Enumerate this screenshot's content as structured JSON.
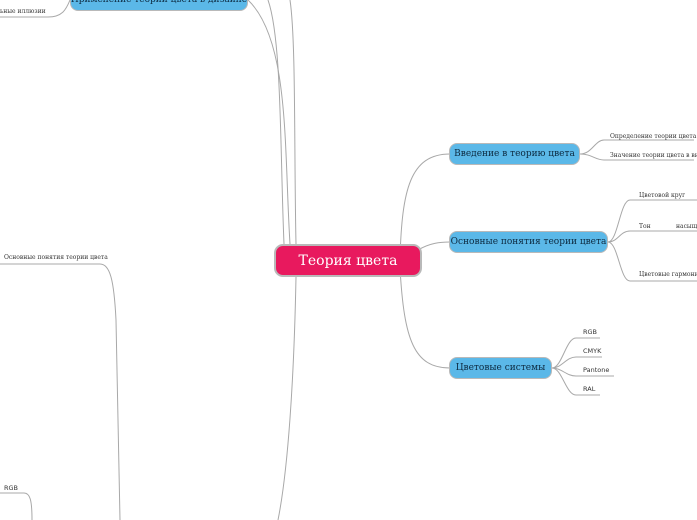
{
  "central": {
    "label": "Теория цвета"
  },
  "topics": {
    "intro": {
      "label": "Введение в теорию цвета",
      "children": [
        "Определение теории цвета",
        "Значение теории цвета в виз"
      ]
    },
    "basics": {
      "label": "Основные понятия теории цвета",
      "children": [
        "Цветовой круг",
        "Тон",
        "насыщ",
        "Цветовые гармони"
      ]
    },
    "systems": {
      "label": "Цветовые системы",
      "children": [
        "RGB",
        "CMYK",
        "Pantone",
        "RAL"
      ]
    },
    "design": {
      "label": "Применение теории цвета в дизайне",
      "children": [
        "ьные иллюзии"
      ]
    }
  },
  "left": {
    "basics_label": "Основные понятия теории цвета",
    "rgb_label": "RGB"
  }
}
